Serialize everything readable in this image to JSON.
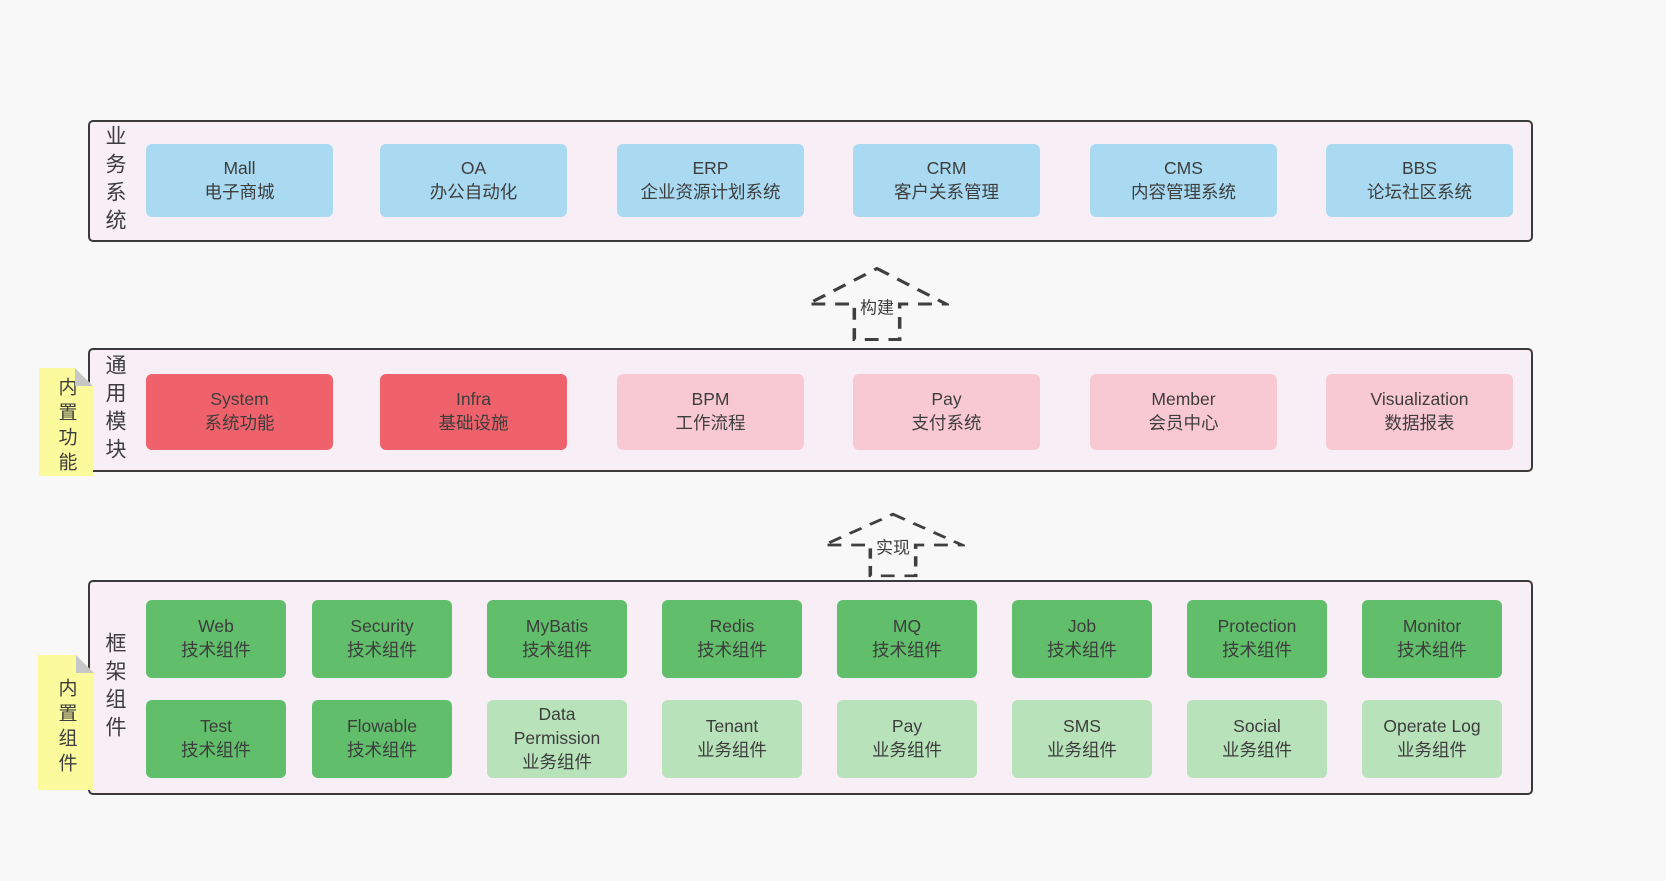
{
  "page": {
    "background": "#f8f8f8"
  },
  "colors": {
    "container_bg": "#f8eef6",
    "container_border": "#3b3b3b",
    "blue": "#a9daf2",
    "red": "#f0626b",
    "pink": "#f9c9d3",
    "green": "#61bf6b",
    "light_green": "#b7e2ba",
    "sticky_yellow": "#fbfa9d",
    "fold_gray": "#c7c7c7",
    "text": "#3d3d3d",
    "arrow_stroke": "#3f3f3f"
  },
  "sections": {
    "business": {
      "label": "业务系统",
      "items": [
        {
          "title": "Mall",
          "subtitle": "电子商城",
          "variant": "blue"
        },
        {
          "title": "OA",
          "subtitle": "办公自动化",
          "variant": "blue"
        },
        {
          "title": "ERP",
          "subtitle": "企业资源计划系统",
          "variant": "blue"
        },
        {
          "title": "CRM",
          "subtitle": "客户关系管理",
          "variant": "blue"
        },
        {
          "title": "CMS",
          "subtitle": "内容管理系统",
          "variant": "blue"
        },
        {
          "title": "BBS",
          "subtitle": "论坛社区系统",
          "variant": "blue"
        }
      ]
    },
    "modules": {
      "label": "通用模块",
      "sticky": "内置功能",
      "items": [
        {
          "title": "System",
          "subtitle": "系统功能",
          "variant": "red"
        },
        {
          "title": "Infra",
          "subtitle": "基础设施",
          "variant": "red"
        },
        {
          "title": "BPM",
          "subtitle": "工作流程",
          "variant": "pink"
        },
        {
          "title": "Pay",
          "subtitle": "支付系统",
          "variant": "pink"
        },
        {
          "title": "Member",
          "subtitle": "会员中心",
          "variant": "pink"
        },
        {
          "title": "Visualization",
          "subtitle": "数据报表",
          "variant": "pink"
        }
      ]
    },
    "framework": {
      "label": "框架组件",
      "sticky": "内置组件",
      "row1": [
        {
          "title": "Web",
          "subtitle": "技术组件",
          "variant": "green"
        },
        {
          "title": "Security",
          "subtitle": "技术组件",
          "variant": "green"
        },
        {
          "title": "MyBatis",
          "subtitle": "技术组件",
          "variant": "green"
        },
        {
          "title": "Redis",
          "subtitle": "技术组件",
          "variant": "green"
        },
        {
          "title": "MQ",
          "subtitle": "技术组件",
          "variant": "green"
        },
        {
          "title": "Job",
          "subtitle": "技术组件",
          "variant": "green"
        },
        {
          "title": "Protection",
          "subtitle": "技术组件",
          "variant": "green"
        },
        {
          "title": "Monitor",
          "subtitle": "技术组件",
          "variant": "green"
        }
      ],
      "row2": [
        {
          "title": "Test",
          "subtitle": "技术组件",
          "variant": "green"
        },
        {
          "title": "Flowable",
          "subtitle": "技术组件",
          "variant": "green"
        },
        {
          "title": "Data Permission",
          "subtitle": "业务组件",
          "variant": "lightgreen"
        },
        {
          "title": "Tenant",
          "subtitle": "业务组件",
          "variant": "lightgreen"
        },
        {
          "title": "Pay",
          "subtitle": "业务组件",
          "variant": "lightgreen"
        },
        {
          "title": "SMS",
          "subtitle": "业务组件",
          "variant": "lightgreen"
        },
        {
          "title": "Social",
          "subtitle": "业务组件",
          "variant": "lightgreen"
        },
        {
          "title": "Operate Log",
          "subtitle": "业务组件",
          "variant": "lightgreen"
        }
      ]
    }
  },
  "arrows": [
    {
      "label": "构建"
    },
    {
      "label": "实现"
    }
  ]
}
